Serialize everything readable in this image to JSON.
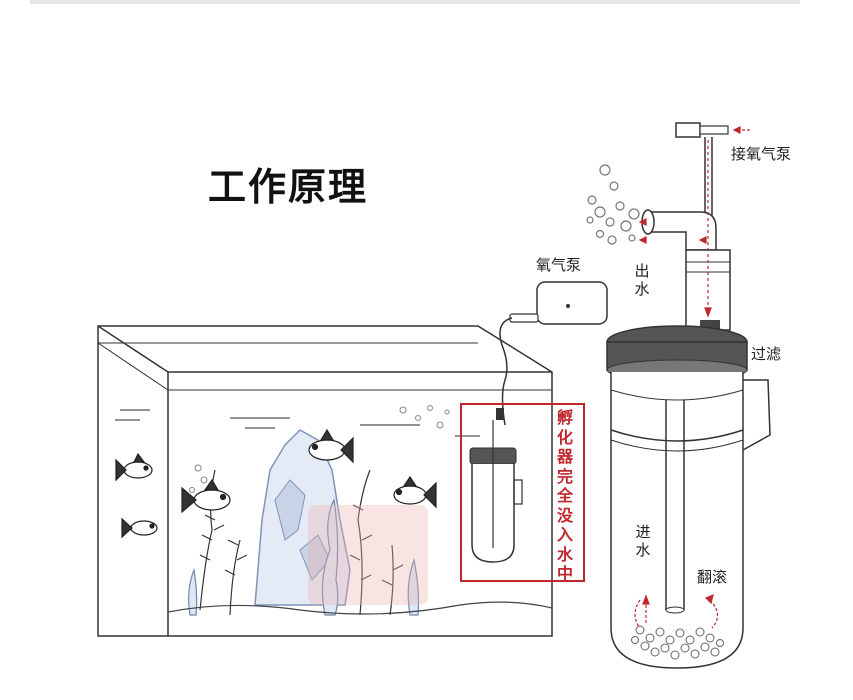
{
  "title": "工作原理",
  "labels": {
    "connect_pump": "接氧气泵",
    "air_pump": "氧气泵",
    "water_out": "出水",
    "filter": "过滤",
    "water_in": "进水",
    "tumble": "翻滚"
  },
  "note": "孵化器完全没入水中",
  "colors": {
    "accent": "#c0272d",
    "lid": "#555555",
    "line": "#333333",
    "water_bubbles": "#999999",
    "arrow": "#c0272d"
  }
}
